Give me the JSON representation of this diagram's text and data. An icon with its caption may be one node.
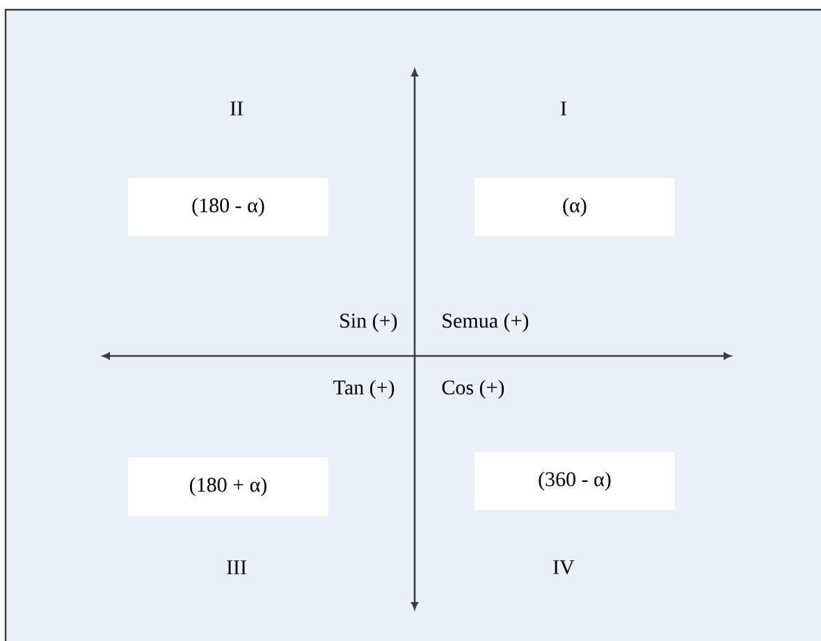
{
  "diagram": {
    "nodes": [
      {
        "text": [
          "(180 - α)"
        ]
      },
      {
        "text": [
          "(α)"
        ]
      },
      {
        "text": [
          "(180 + α)"
        ]
      },
      {
        "text": [
          "(360 - α)"
        ]
      }
    ],
    "labels": [
      "II",
      "I",
      "Sin (+)",
      "Semua (+)",
      "Tan (+)",
      "Cos (+)",
      "III",
      "IV"
    ]
  }
}
